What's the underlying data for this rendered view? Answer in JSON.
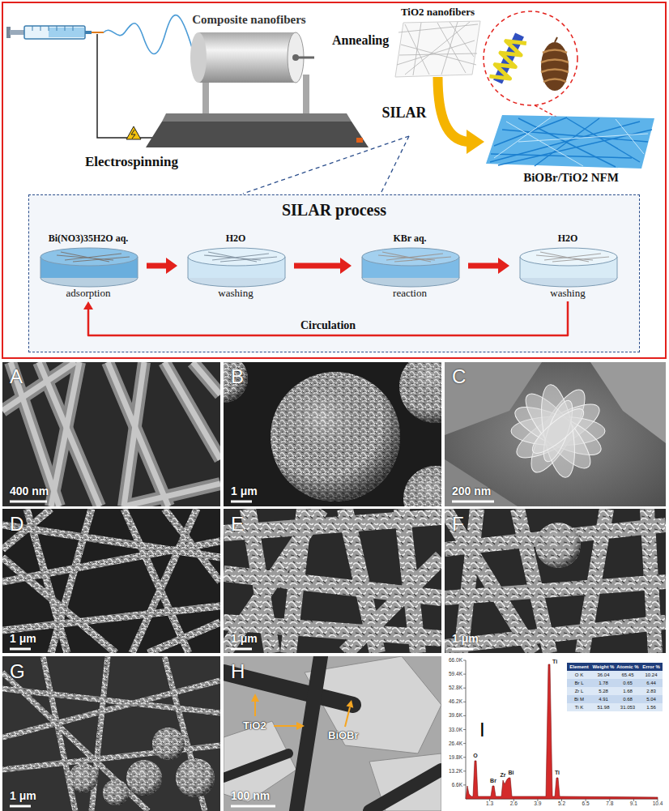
{
  "diagram": {
    "nodes": [
      {
        "text": [
          "Composite nanofibers"
        ]
      },
      {
        "text": [
          "TiO2 nanofibers"
        ]
      },
      {
        "text": [
          "BiOBr/TiO2 NFM"
        ]
      },
      {
        "text": [
          "SILAR process"
        ]
      },
      {
        "text": [
          "Bi(NO3)35H2O aq.",
          "adsorption"
        ],
        "in": 3
      },
      {
        "text": [
          "H2O",
          "washing"
        ],
        "in": 3
      },
      {
        "text": [
          "KBr aq.",
          "reaction"
        ],
        "in": 3
      },
      {
        "text": [
          "H2O",
          "washing"
        ],
        "in": 3
      }
    ],
    "edges": [
      {
        "from": 1,
        "to": 2,
        "arrow": "to",
        "label": "SILAR"
      },
      {
        "from": 4,
        "to": 5,
        "arrow": "to"
      },
      {
        "from": 5,
        "to": 6,
        "arrow": "to"
      },
      {
        "from": 6,
        "to": 7,
        "arrow": "to"
      },
      {
        "from": 7,
        "to": 4,
        "arrow": "to",
        "label": "Circulation"
      }
    ],
    "labels": [
      "Annealing",
      "Electrospinning",
      "A",
      "400 nm",
      "B",
      "1 μm",
      "C",
      "200 nm",
      "D",
      "1 μm",
      "E",
      "1 μm",
      "F",
      "1 μm",
      "G",
      "1 μm",
      "H",
      "TiO2",
      "BiOBr",
      "100 nm",
      "I",
      "66.0K",
      "59.4K",
      "52.8K",
      "46.2K",
      "39.6K",
      "33.0K",
      "26.4K",
      "19.8K",
      "13.2K",
      "6.6K",
      "1.3",
      "2.6",
      "3.9",
      "5.2",
      "6.5",
      "7.8",
      "9.1",
      "10.4",
      "O",
      "Br",
      "Zr",
      "Bi",
      "Ti",
      "Ti",
      "Element",
      "Weight %",
      "Atomic %",
      "Error %",
      "O K",
      "36.04",
      "65.45",
      "10.24",
      "Br L",
      "1.78",
      "0.65",
      "6.44",
      "Zr L",
      "5.28",
      "1.68",
      "2.83",
      "Bi M",
      "4.91",
      "0.68",
      "5.04",
      "Ti K",
      "51.98",
      "31.053",
      "1.56"
    ]
  }
}
